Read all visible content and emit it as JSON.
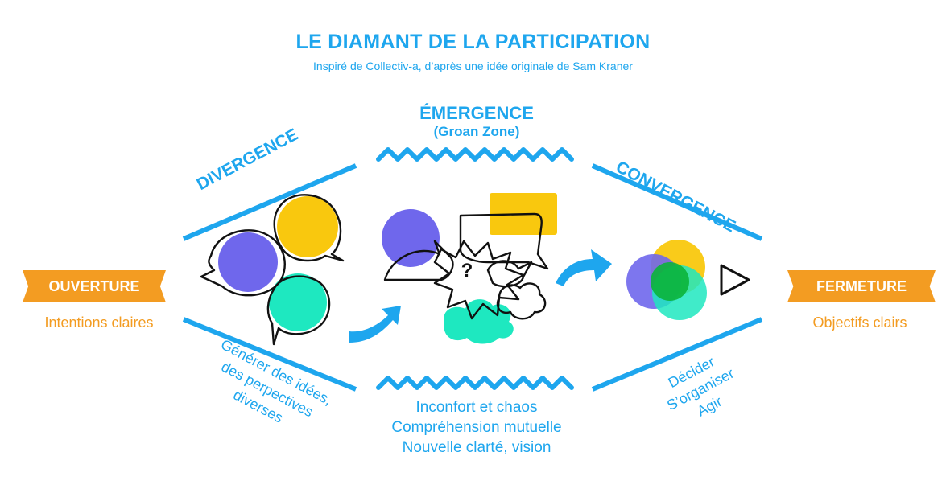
{
  "header": {
    "title": "LE DIAMANT DE LA PARTICIPATION",
    "subtitle": "Inspiré de Collectiv-a, d’après une idée originale de Sam Kraner"
  },
  "emergence": {
    "title": "ÉMERGENCE",
    "subtitle": "(Groan Zone)",
    "lines": [
      "Inconfort et chaos",
      "Compréhension mutuelle",
      "Nouvelle clarté, vision"
    ]
  },
  "divergence": {
    "title": "DIVERGENCE",
    "lines": [
      "Générer des idées,",
      "des perpectives",
      "diverses"
    ]
  },
  "convergence": {
    "title": "CONVERGENCE",
    "lines": [
      "Décider",
      "S’organiser",
      "Agir"
    ]
  },
  "ouverture": {
    "label": "OUVERTURE",
    "desc": "Intentions claires"
  },
  "fermeture": {
    "label": "FERMETURE",
    "desc": "Objectifs clairs"
  },
  "question_mark": "?",
  "colors": {
    "blue": "#1ea6ee",
    "orange": "#f39c22",
    "purple": "#6f67ec",
    "yellow": "#f9c80e",
    "teal": "#1ee8c0",
    "green": "#0bb43a"
  }
}
